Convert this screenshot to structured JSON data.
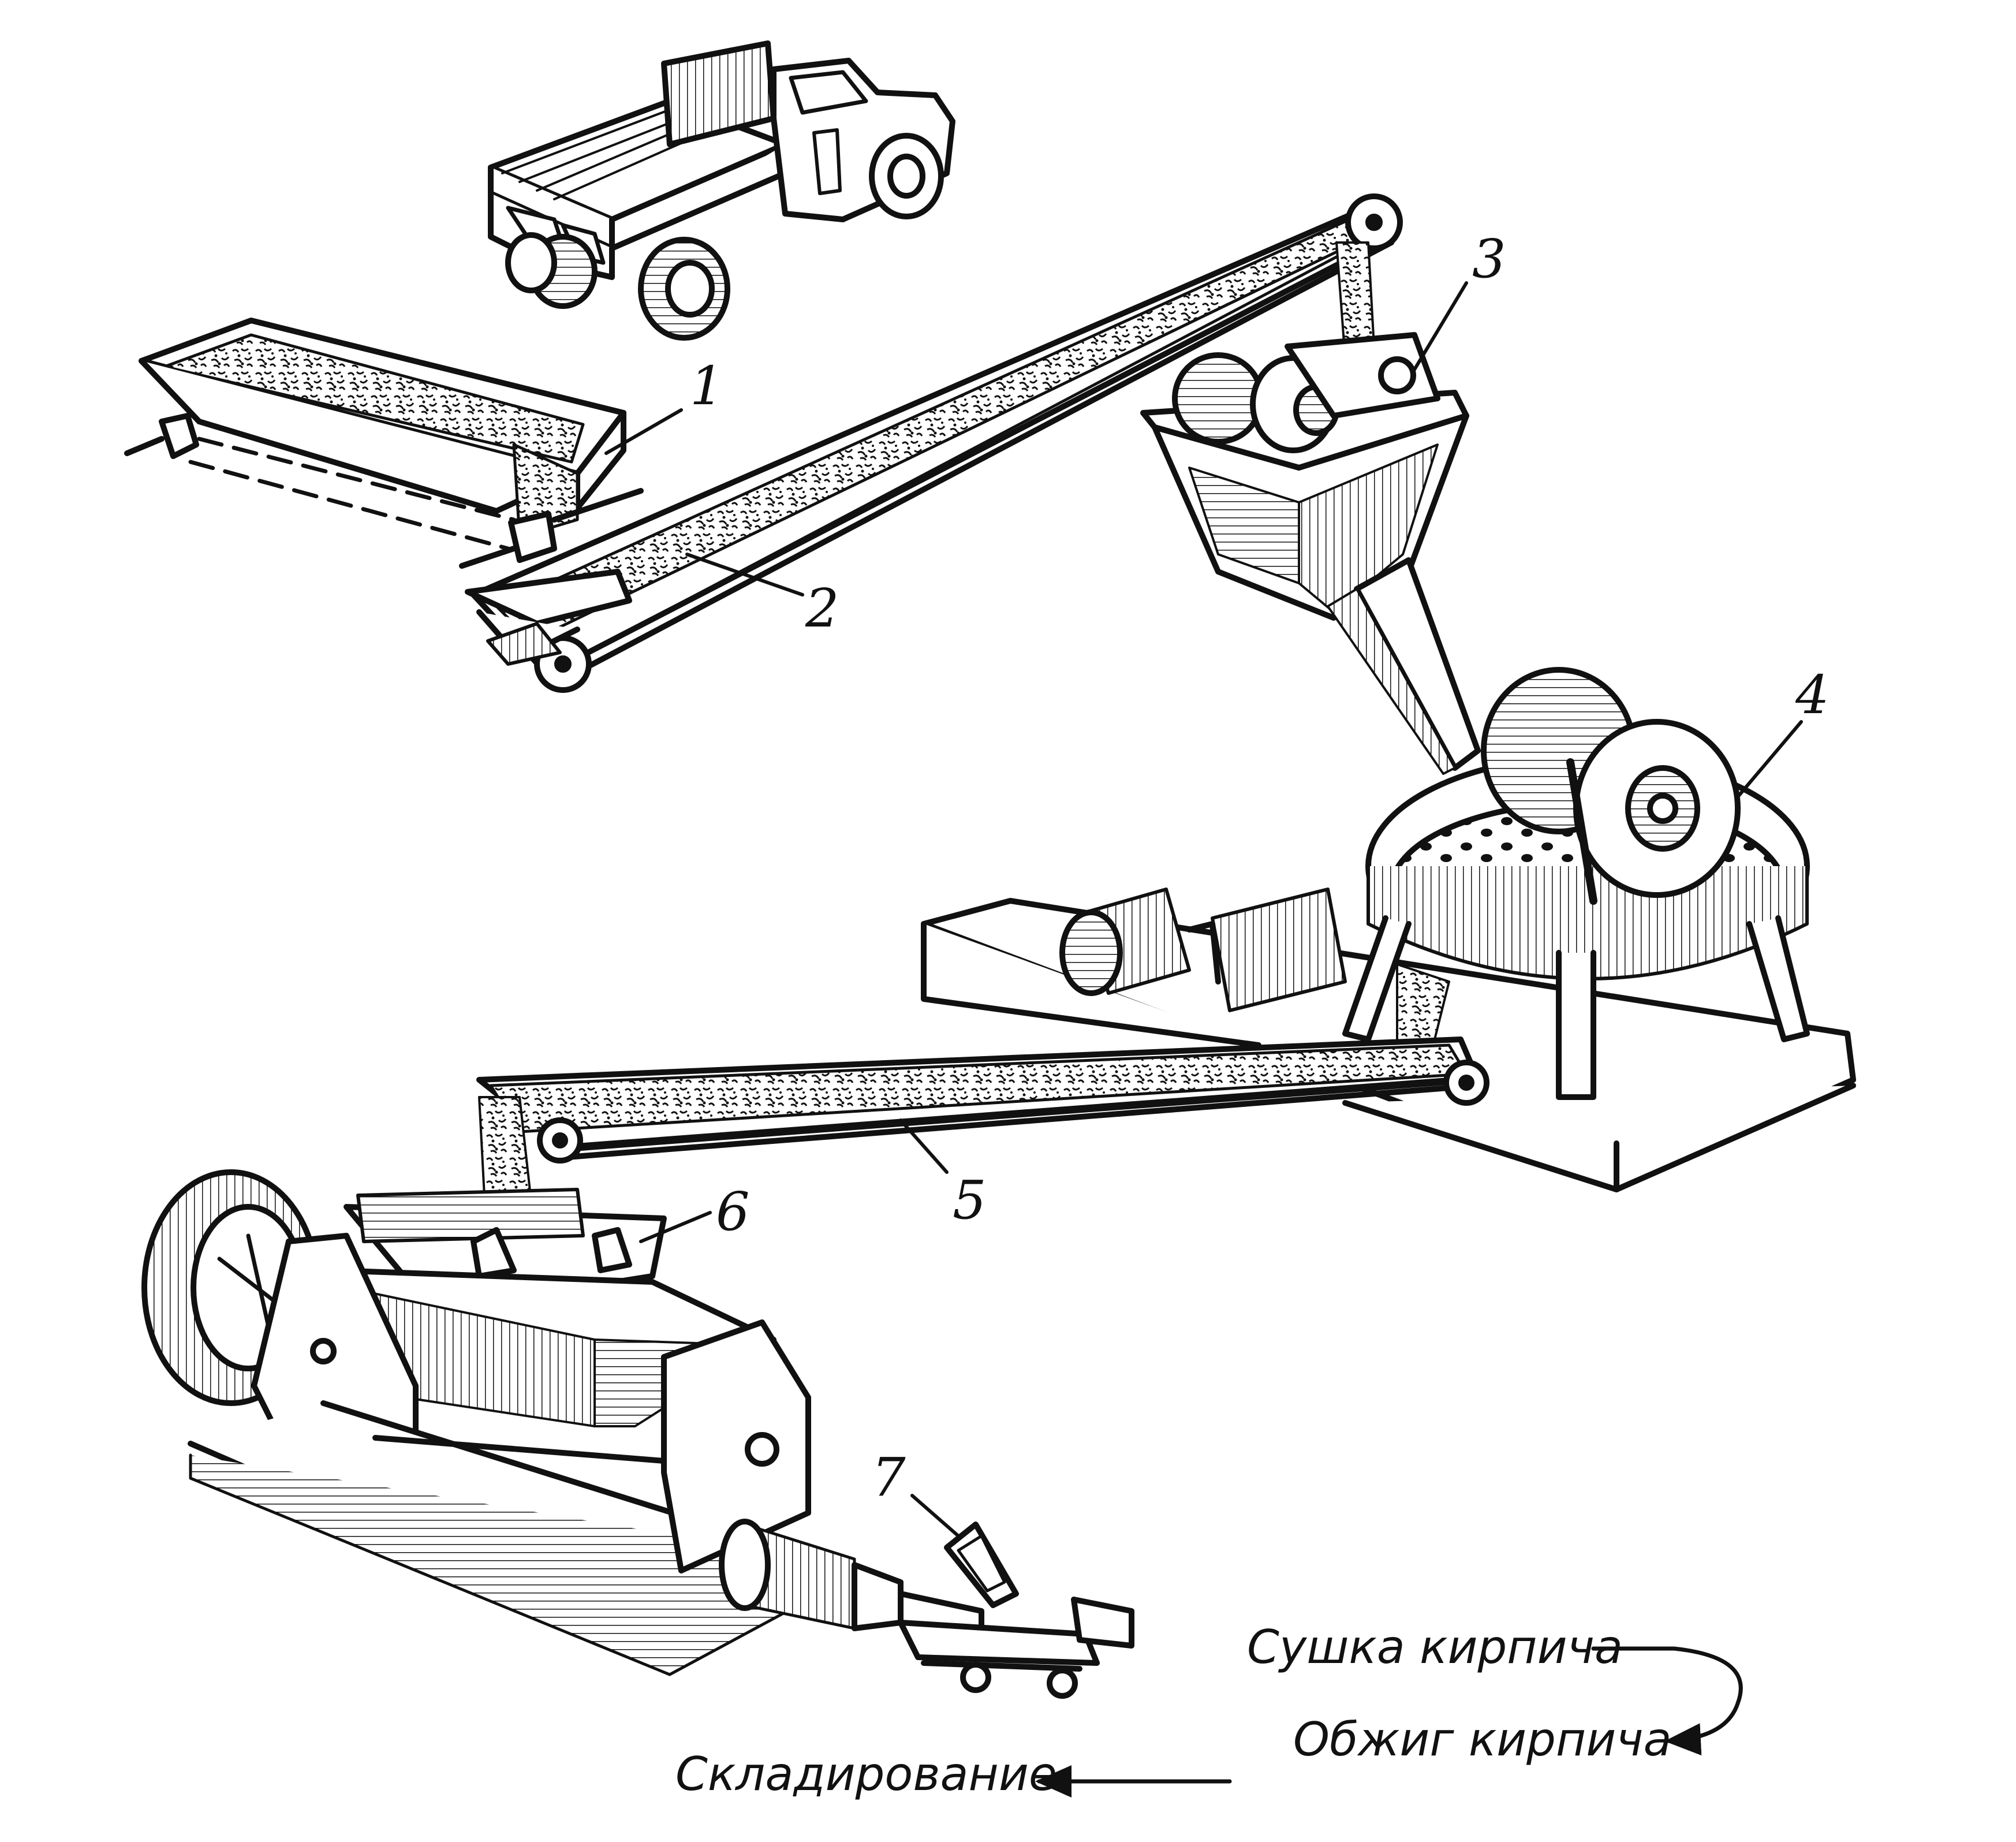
{
  "labels": {
    "n1": "1",
    "n2": "2",
    "n3": "3",
    "n4": "4",
    "n5": "5",
    "n6": "6",
    "n7": "7"
  },
  "flow": {
    "drying": "Сушка кирпича",
    "firing": "Обжиг кирпича",
    "storage": "Складирование"
  },
  "colors": {
    "ink": "#111111",
    "paper": "#ffffff"
  }
}
